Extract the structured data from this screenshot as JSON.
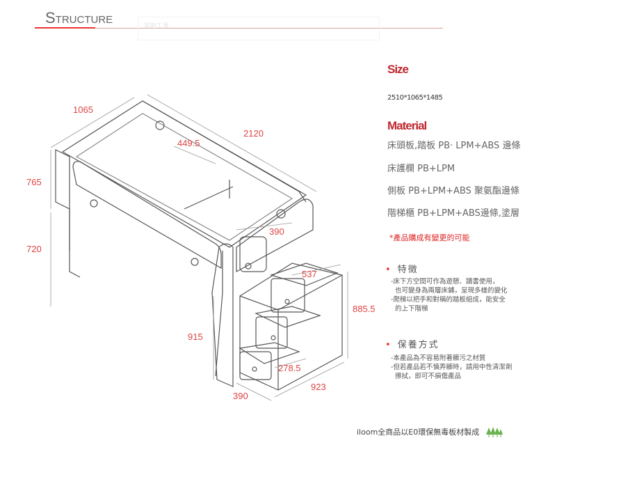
{
  "header": {
    "title_first": "S",
    "title_rest": "TRUCTURE",
    "ghost_overlay": "幫助工具"
  },
  "dimensions": {
    "width": "1065",
    "length": "2120",
    "inner": "449.5",
    "height_top": "765",
    "height_bottom": "720",
    "rail": "390",
    "step_width": "537",
    "step_height": "885.5",
    "leg": "915",
    "step_depth": "278.5",
    "base_depth": "390",
    "base_length": "923"
  },
  "size": {
    "heading": "Size",
    "value": "2510*1065*1485"
  },
  "material": {
    "heading": "Material",
    "items": [
      "床頭板,踏板  PB· LPM+ABS 邊條",
      "床護欄 PB+LPM",
      "側板 PB+LPM+ABS 聚氨酯邊條",
      "階梯櫃 PB+LPM+ABS邊條,塗層"
    ],
    "note": "*產品購成有變更的可能"
  },
  "features": {
    "heading": "特徵",
    "lines": [
      "-床下方空間可作為遊憩、讀書使用，",
      "  也可變身為兩層床鋪，呈現多樣的變化",
      "-爬梯以把手和對稱的踏板組成，能安全",
      "  的上下階梯"
    ]
  },
  "care": {
    "heading": "保養方式",
    "lines": [
      "-本產品為不容易附著髒污之材質",
      "-但若產品若不慎弄髒時，請用中性清潔劑",
      "  擦拭，即可不損傷產品"
    ]
  },
  "footer": {
    "text": "iloom全商品以E0環保無毒板材製成",
    "icon": "trees-icon",
    "accent": "#6ab04c"
  },
  "colors": {
    "accent": "#c0272d"
  }
}
